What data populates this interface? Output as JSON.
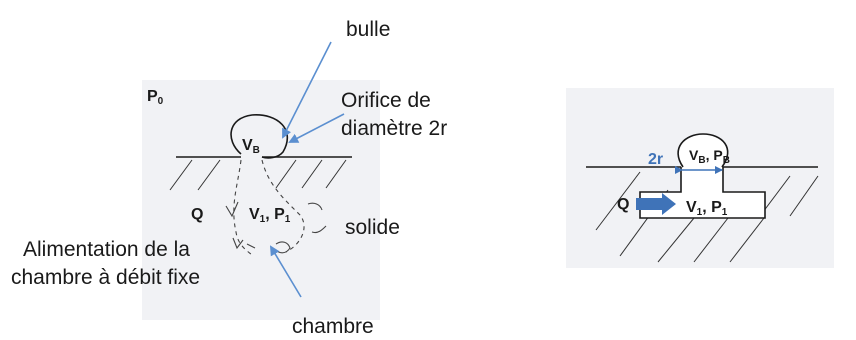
{
  "left_figure": {
    "bubble_label": "bulle",
    "outside_pressure": {
      "base": "P",
      "sub": "0"
    },
    "bubble_volume": {
      "base": "V",
      "sub": "B"
    },
    "orifice_line1": "Orifice de",
    "orifice_line2": "diamètre 2r",
    "flow_label": "Q",
    "chamber_state": {
      "v": "V",
      "v_sub": "1",
      "p": "P",
      "p_sub": "1"
    },
    "solid_label": "solide",
    "feed_line1": "Alimentation de la",
    "feed_line2": "chambre à débit fixe",
    "chamber_label": "chambre"
  },
  "right_figure": {
    "radius_label": "2r",
    "bubble_state": {
      "v": "V",
      "v_sub": "B",
      "p": "P",
      "p_sub": "B"
    },
    "flow_label": "Q",
    "chamber_state": {
      "v": "V",
      "v_sub": "1",
      "p": "P",
      "p_sub": "1"
    }
  },
  "colors": {
    "arrow": "#5b8fd0",
    "flow_arrow": "#3f73b8",
    "panel": "#f1f2f5",
    "ink": "#1a1a1a"
  }
}
